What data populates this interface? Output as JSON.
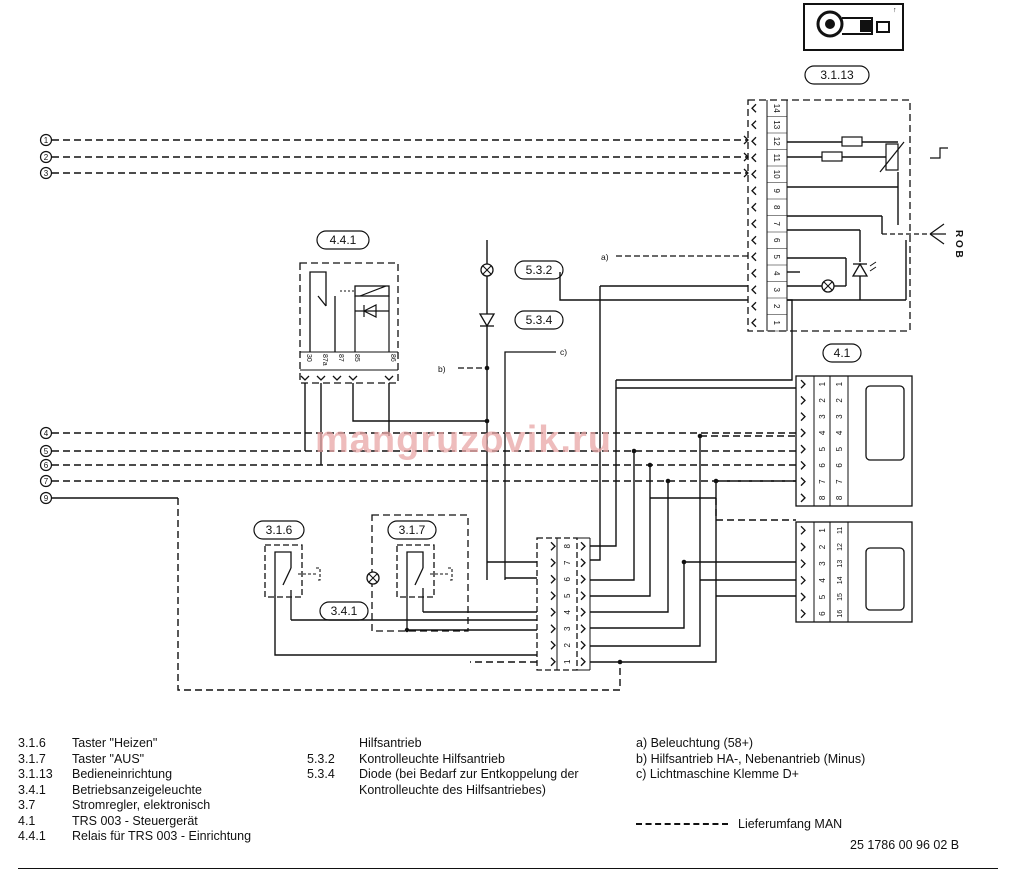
{
  "diagram": {
    "watermark": "mangruzovik.ru",
    "top_icon_mark": "↑",
    "components": {
      "c3113": "3.1.13",
      "c441": "4.4.1",
      "c532": "5.3.2",
      "c534": "5.3.4",
      "c41": "4.1",
      "c316": "3.1.6",
      "c317": "3.1.7",
      "c341": "3.4.1"
    },
    "notes": {
      "a": "a)",
      "b": "b)",
      "c": "c)"
    },
    "ground_label": "R O B",
    "left_wires": [
      "1",
      "2",
      "3",
      "4",
      "5",
      "6",
      "7",
      "9"
    ],
    "panel_3113_pins": [
      "14",
      "13",
      "12",
      "11",
      "10",
      "9",
      "8",
      "7",
      "6",
      "5",
      "4",
      "3",
      "2",
      "1"
    ],
    "relay_441_pins": [
      "30",
      "87a",
      "87",
      "85",
      "86"
    ],
    "connector_41a": {
      "numbers": [
        "1",
        "2",
        "3",
        "4",
        "5",
        "6",
        "7",
        "8"
      ],
      "face": [
        "1",
        "2",
        "3",
        "4",
        "5",
        "6",
        "7",
        "8"
      ]
    },
    "connector_41b": {
      "numbers": [
        "1",
        "2",
        "3",
        "4",
        "5",
        "6"
      ],
      "face": [
        "11",
        "12",
        "13",
        "14",
        "15",
        "16"
      ]
    },
    "connector_center_pins": [
      "8",
      "7",
      "6",
      "5",
      "4",
      "3",
      "2",
      "1"
    ]
  },
  "legend_left": [
    {
      "code": "3.1.6",
      "text": "Taster \"Heizen\""
    },
    {
      "code": "3.1.7",
      "text": "Taster \"AUS\""
    },
    {
      "code": "3.1.13",
      "text": "Bedieneinrichtung"
    },
    {
      "code": "3.4.1",
      "text": "Betriebsanzeigeleuchte"
    },
    {
      "code": "3.7",
      "text": "Stromregler, elektronisch"
    },
    {
      "code": "4.1",
      "text": "TRS 003 - Steuergerät"
    },
    {
      "code": "4.4.1",
      "text": "Relais für TRS 003 - Einrichtung"
    }
  ],
  "legend_mid": [
    {
      "code": "",
      "text": "Hilfsantrieb"
    },
    {
      "code": "5.3.2",
      "text": "Kontrolleuchte Hilfsantrieb"
    },
    {
      "code": "5.3.4",
      "text": "Diode (bei Bedarf zur Entkoppelung der"
    },
    {
      "code": "",
      "text": "Kontrolleuchte des Hilfsantriebes)"
    }
  ],
  "legend_right": [
    "a) Beleuchtung (58+)",
    "b) Hilfsantrieb HA-, Nebenantrieb (Minus)",
    "c) Lichtmaschine Klemme D+"
  ],
  "dashed_legend": "Lieferumfang MAN",
  "doc_number": "25 1786 00 96 02 B"
}
